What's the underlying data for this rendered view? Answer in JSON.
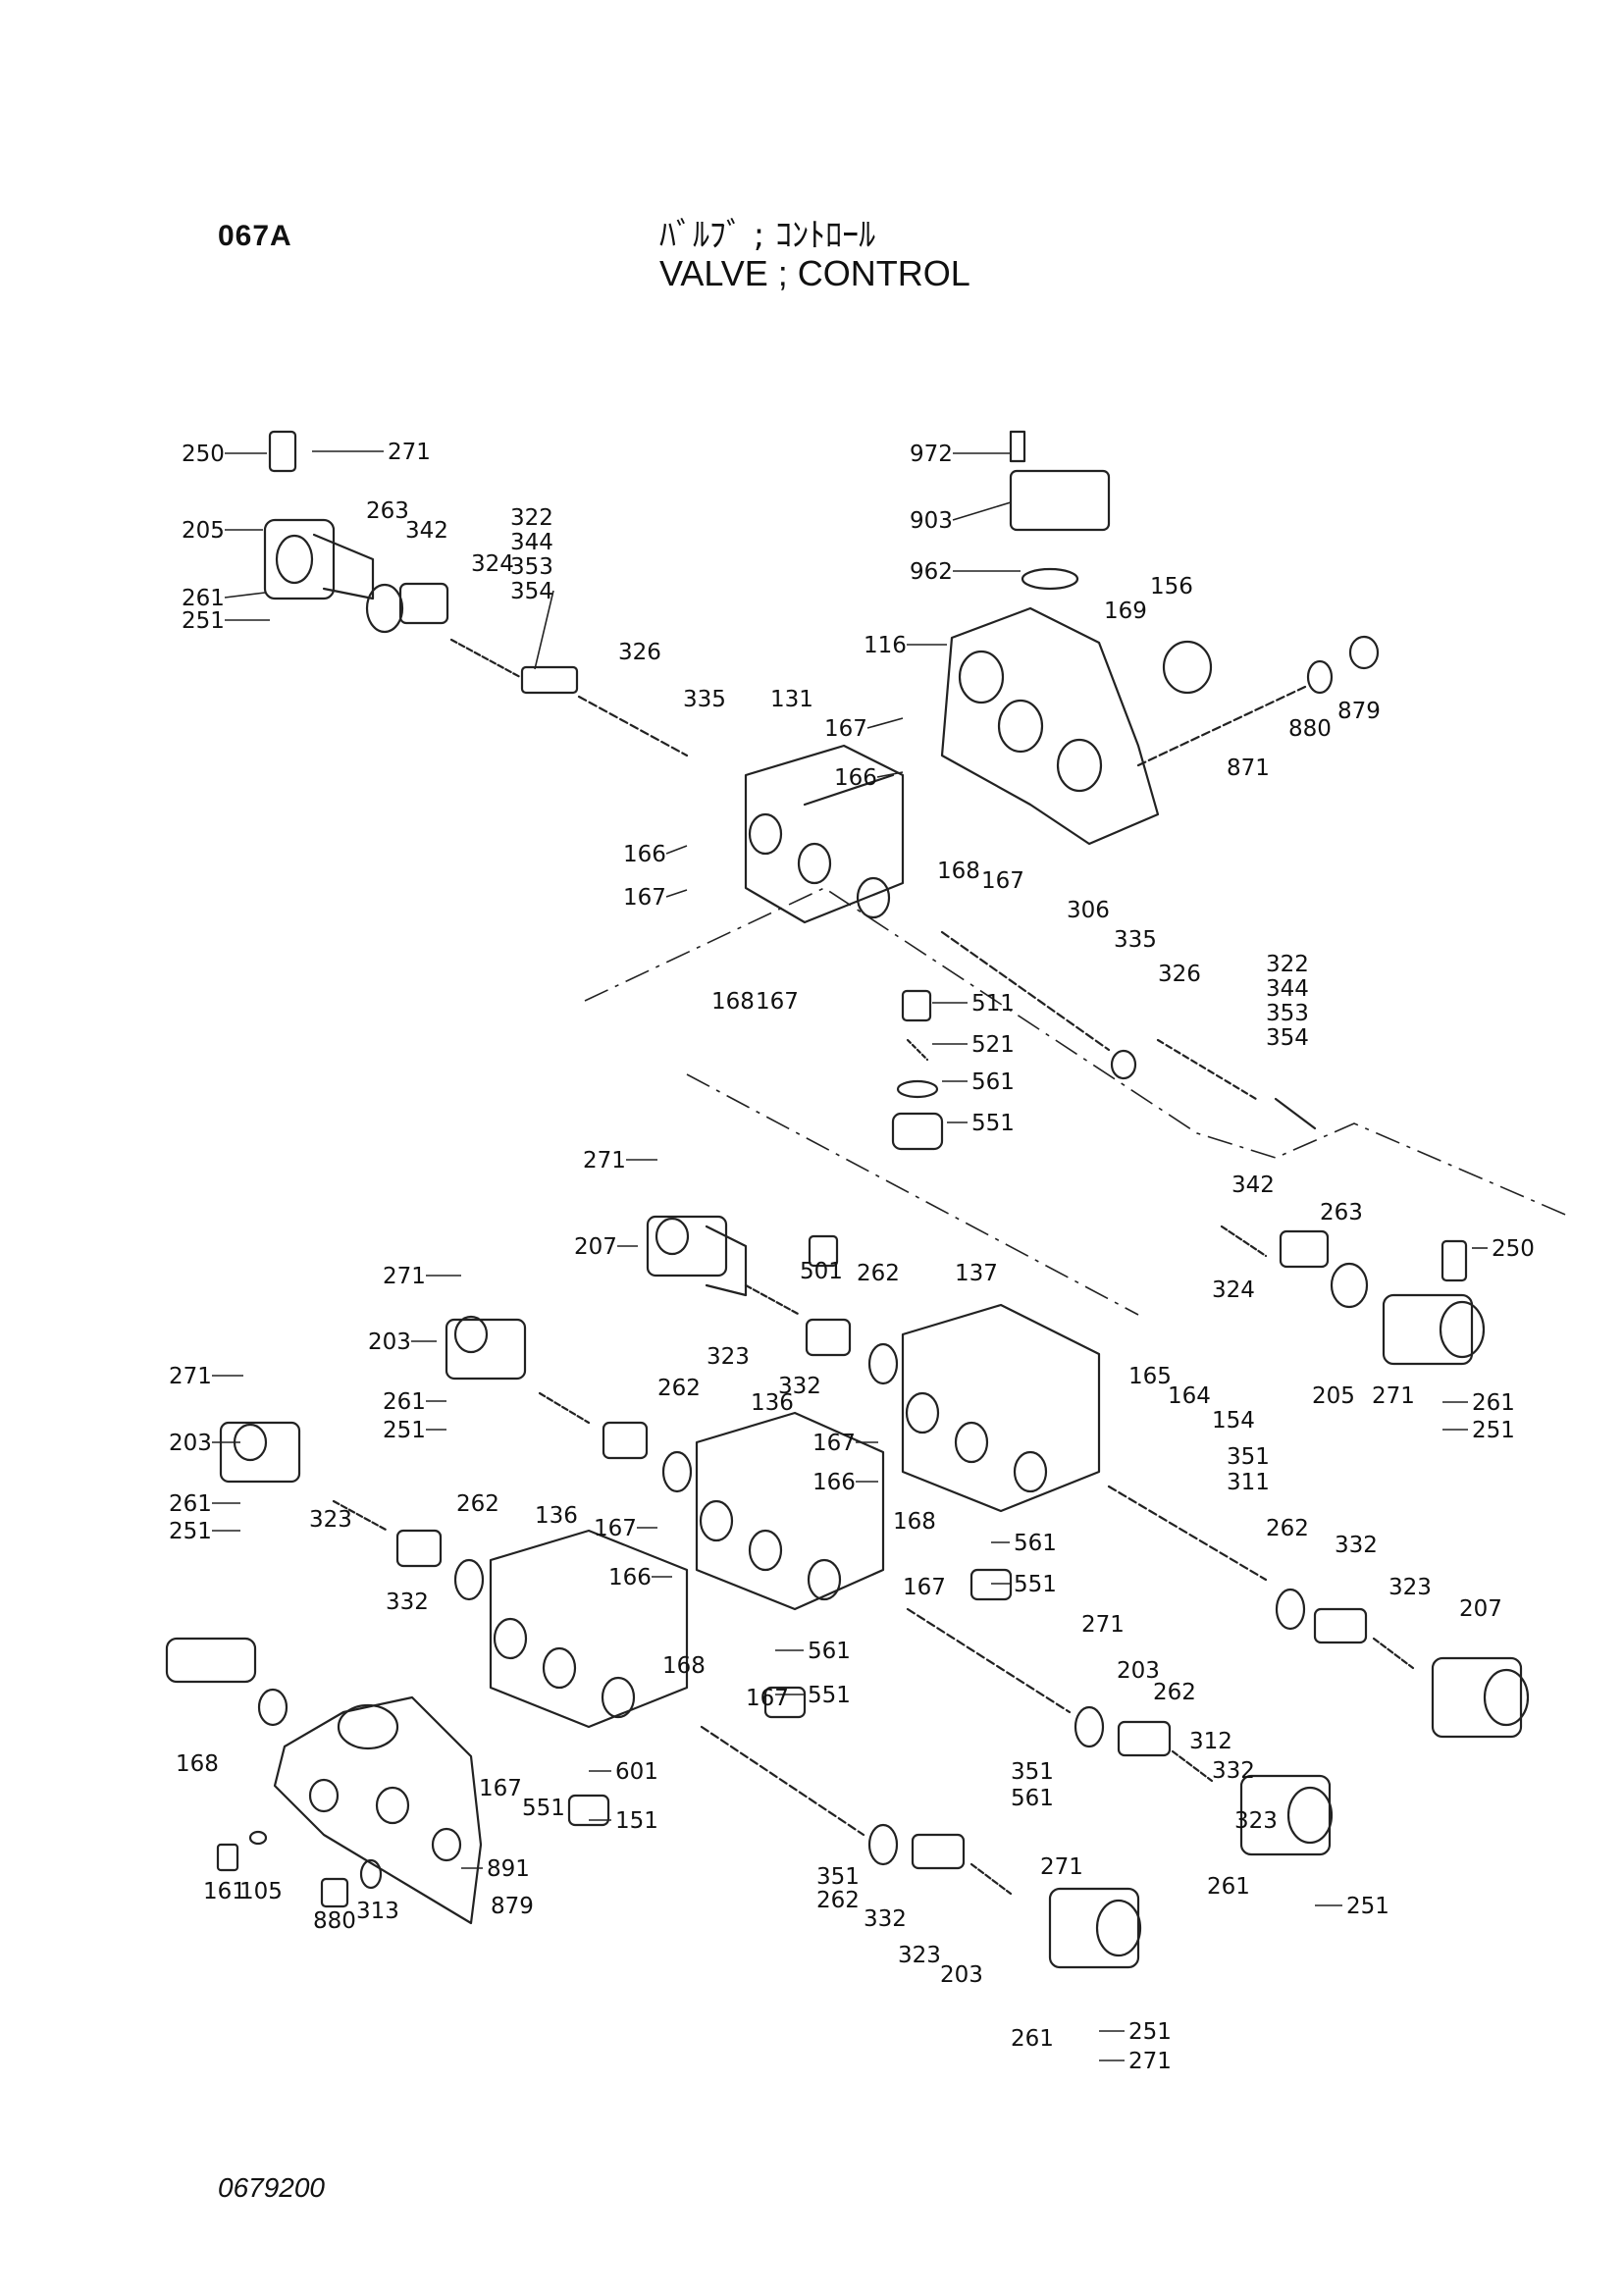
{
  "header": {
    "code": "067A",
    "title_jp": "ﾊﾞﾙﾌﾞ ; ｺﾝﾄﾛｰﾙ",
    "title_en": "VALVE ; CONTROL"
  },
  "footer": {
    "drawing_number": "0679200"
  },
  "labels": [
    "250",
    "271",
    "205",
    "263",
    "342",
    "322",
    "344",
    "353",
    "354",
    "324",
    "261",
    "251",
    "326",
    "335",
    "131",
    "972",
    "903",
    "962",
    "116",
    "169",
    "156",
    "167",
    "166",
    "879",
    "880",
    "871",
    "168",
    "167",
    "166",
    "167",
    "168",
    "167",
    "306",
    "335",
    "326",
    "322",
    "344",
    "353",
    "354",
    "511",
    "521",
    "561",
    "551",
    "271",
    "342",
    "263",
    "250",
    "324",
    "205",
    "271",
    "261",
    "251",
    "207",
    "501",
    "262",
    "137",
    "271",
    "323",
    "203",
    "332",
    "261",
    "251",
    "262",
    "136",
    "165",
    "164",
    "154",
    "351",
    "311",
    "167",
    "166",
    "168",
    "561",
    "167",
    "551",
    "271",
    "323",
    "203",
    "332",
    "261",
    "251",
    "262",
    "136",
    "167",
    "166",
    "168",
    "262",
    "332",
    "323",
    "207",
    "561",
    "551",
    "167",
    "332",
    "323",
    "271",
    "203",
    "262",
    "312",
    "351",
    "561",
    "601",
    "168",
    "167",
    "551",
    "151",
    "161",
    "105",
    "891",
    "879",
    "880",
    "313",
    "351",
    "262",
    "332",
    "323",
    "203",
    "271",
    "261",
    "251",
    "271",
    "261",
    "251"
  ]
}
